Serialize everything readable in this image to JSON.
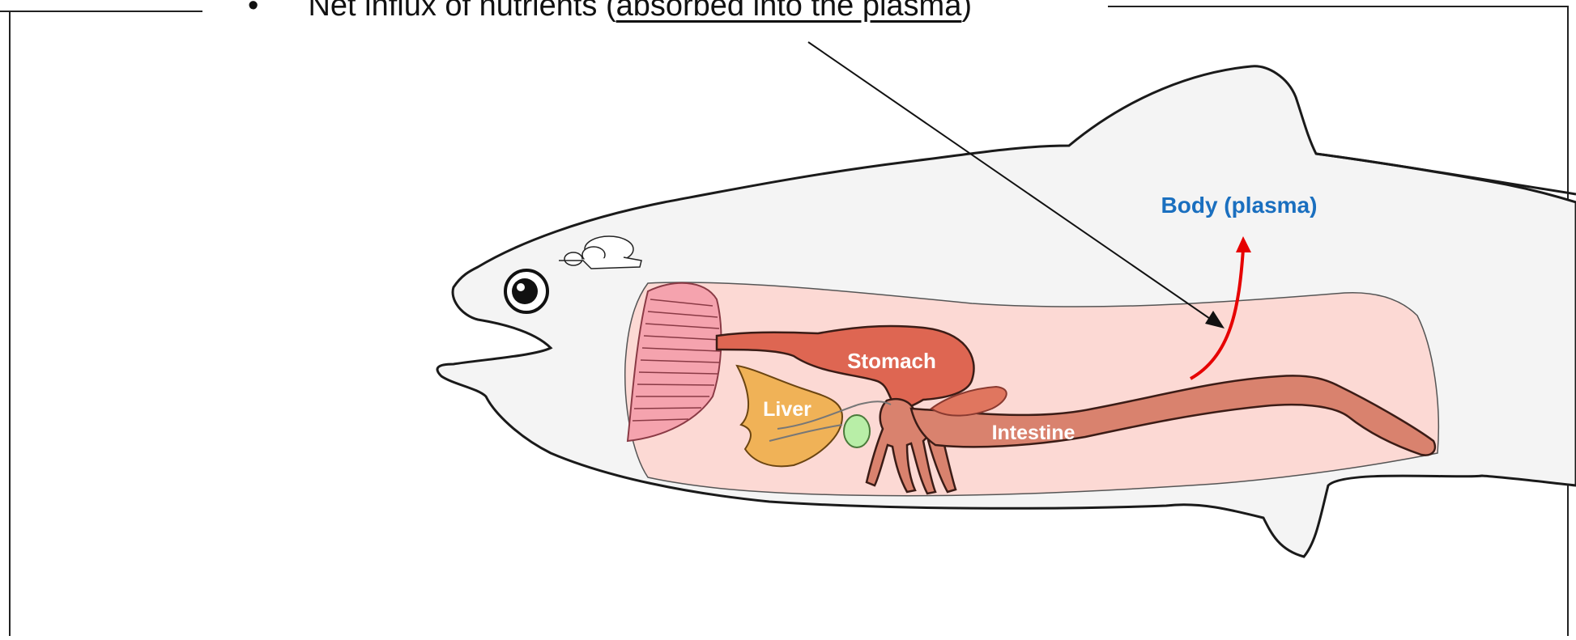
{
  "header": {
    "bullet": "•",
    "text_before": "Net influx of nutrients (",
    "text_underlined": "absorbed into the plasma",
    "text_after": ")"
  },
  "labels": {
    "body_plasma": "Body (plasma)",
    "stomach": "Stomach",
    "liver": "Liver",
    "intestine": "Intestine"
  },
  "colors": {
    "body_plasma_label": "#1a6fbf",
    "absorption_arrow": "#e60000",
    "fish_body": "#f4f4f4",
    "body_cavity": "#fcd9d4",
    "stomach": "#de6652",
    "intestine": "#d9826e",
    "liver": "#f0b257",
    "gills": "#f5a3ae",
    "gallbladder": "#b8eea7",
    "spleen": "#e0765f"
  },
  "icons": {
    "brain": "brain-icon",
    "eye": "eye-icon"
  }
}
